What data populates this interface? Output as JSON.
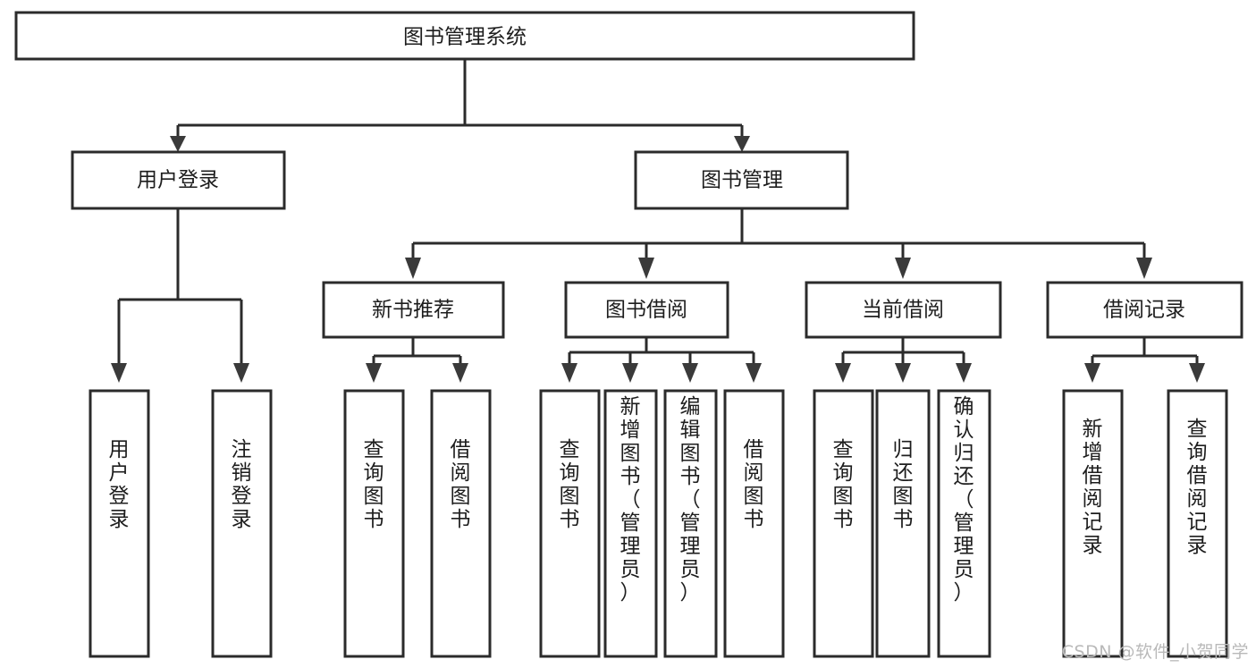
{
  "diagram": {
    "type": "tree-flowchart",
    "title": "图书管理系统",
    "watermark": "CSDN @软件_小贺同学",
    "colors": {
      "node_stroke": "#2b2b2b",
      "node_fill": "#ffffff",
      "edge": "#2b2b2b",
      "text": "#1d1d1d",
      "watermark": "#b9b9b9",
      "background": "#ffffff"
    },
    "nodes": {
      "root": {
        "label": "图书管理系统",
        "level": 1,
        "orientation": "horizontal"
      },
      "l2": [
        {
          "id": "user-login",
          "label": "用户登录",
          "level": 2,
          "orientation": "horizontal"
        },
        {
          "id": "book-manage",
          "label": "图书管理",
          "level": 2,
          "orientation": "horizontal"
        }
      ],
      "l3": [
        {
          "id": "new-book-rec",
          "label": "新书推荐",
          "level": 3,
          "orientation": "horizontal",
          "parent": "book-manage"
        },
        {
          "id": "book-borrow",
          "label": "图书借阅",
          "level": 3,
          "orientation": "horizontal",
          "parent": "book-manage"
        },
        {
          "id": "current-borrow",
          "label": "当前借阅",
          "level": 3,
          "orientation": "horizontal",
          "parent": "book-manage"
        },
        {
          "id": "borrow-record",
          "label": "借阅记录",
          "level": 3,
          "orientation": "horizontal",
          "parent": "book-manage"
        }
      ],
      "leaves": [
        {
          "id": "leaf-user-login",
          "label": "用户登录",
          "parent": "user-login",
          "orientation": "vertical"
        },
        {
          "id": "leaf-logout",
          "label": "注销登录",
          "parent": "user-login",
          "orientation": "vertical"
        },
        {
          "id": "leaf-query-book-1",
          "label": "查询图书",
          "parent": "new-book-rec",
          "orientation": "vertical"
        },
        {
          "id": "leaf-borrow-book-1",
          "label": "借阅图书",
          "parent": "new-book-rec",
          "orientation": "vertical"
        },
        {
          "id": "leaf-query-book-2",
          "label": "查询图书",
          "parent": "book-borrow",
          "orientation": "vertical"
        },
        {
          "id": "leaf-add-book",
          "label": "新增图书（管理员）",
          "parent": "book-borrow",
          "orientation": "vertical"
        },
        {
          "id": "leaf-edit-book",
          "label": "编辑图书（管理员）",
          "parent": "book-borrow",
          "orientation": "vertical"
        },
        {
          "id": "leaf-borrow-book-2",
          "label": "借阅图书",
          "parent": "book-borrow",
          "orientation": "vertical"
        },
        {
          "id": "leaf-query-book-3",
          "label": "查询图书",
          "parent": "current-borrow",
          "orientation": "vertical"
        },
        {
          "id": "leaf-return-book",
          "label": "归还图书",
          "parent": "current-borrow",
          "orientation": "vertical"
        },
        {
          "id": "leaf-confirm-return",
          "label": "确认归还（管理员）",
          "parent": "current-borrow",
          "orientation": "vertical"
        },
        {
          "id": "leaf-add-record",
          "label": "新增借阅记录",
          "parent": "borrow-record",
          "orientation": "vertical"
        },
        {
          "id": "leaf-query-record",
          "label": "查询借阅记录",
          "parent": "borrow-record",
          "orientation": "vertical"
        }
      ]
    }
  }
}
